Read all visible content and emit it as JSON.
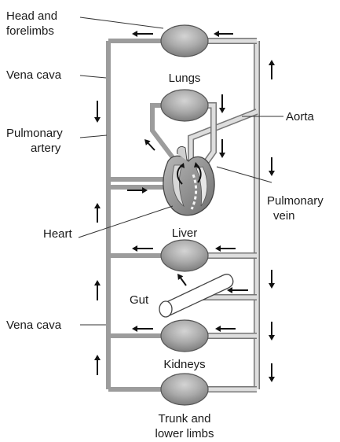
{
  "labels": {
    "head_forelimbs": [
      "Head and",
      "forelimbs"
    ],
    "vena_cava_upper": "Vena cava",
    "lungs": "Lungs",
    "aorta": "Aorta",
    "pulmonary_artery": [
      "Pulmonary",
      "artery"
    ],
    "pulmonary_vein": [
      "Pulmonary",
      "vein"
    ],
    "heart": "Heart",
    "liver": "Liver",
    "gut": "Gut",
    "vena_cava_lower": "Vena cava",
    "kidneys": "Kidneys",
    "trunk_lower_limbs": [
      "Trunk and",
      "lower limbs"
    ]
  },
  "colors": {
    "venous_vessel": "#a3a3a3",
    "arterial_vessel": "#dedede",
    "organ": "#a8a8a8",
    "heart_dark": "#8f8f8f",
    "heart_light": "#d2d2d2",
    "arrow": "#111111",
    "leader": "#333333"
  }
}
